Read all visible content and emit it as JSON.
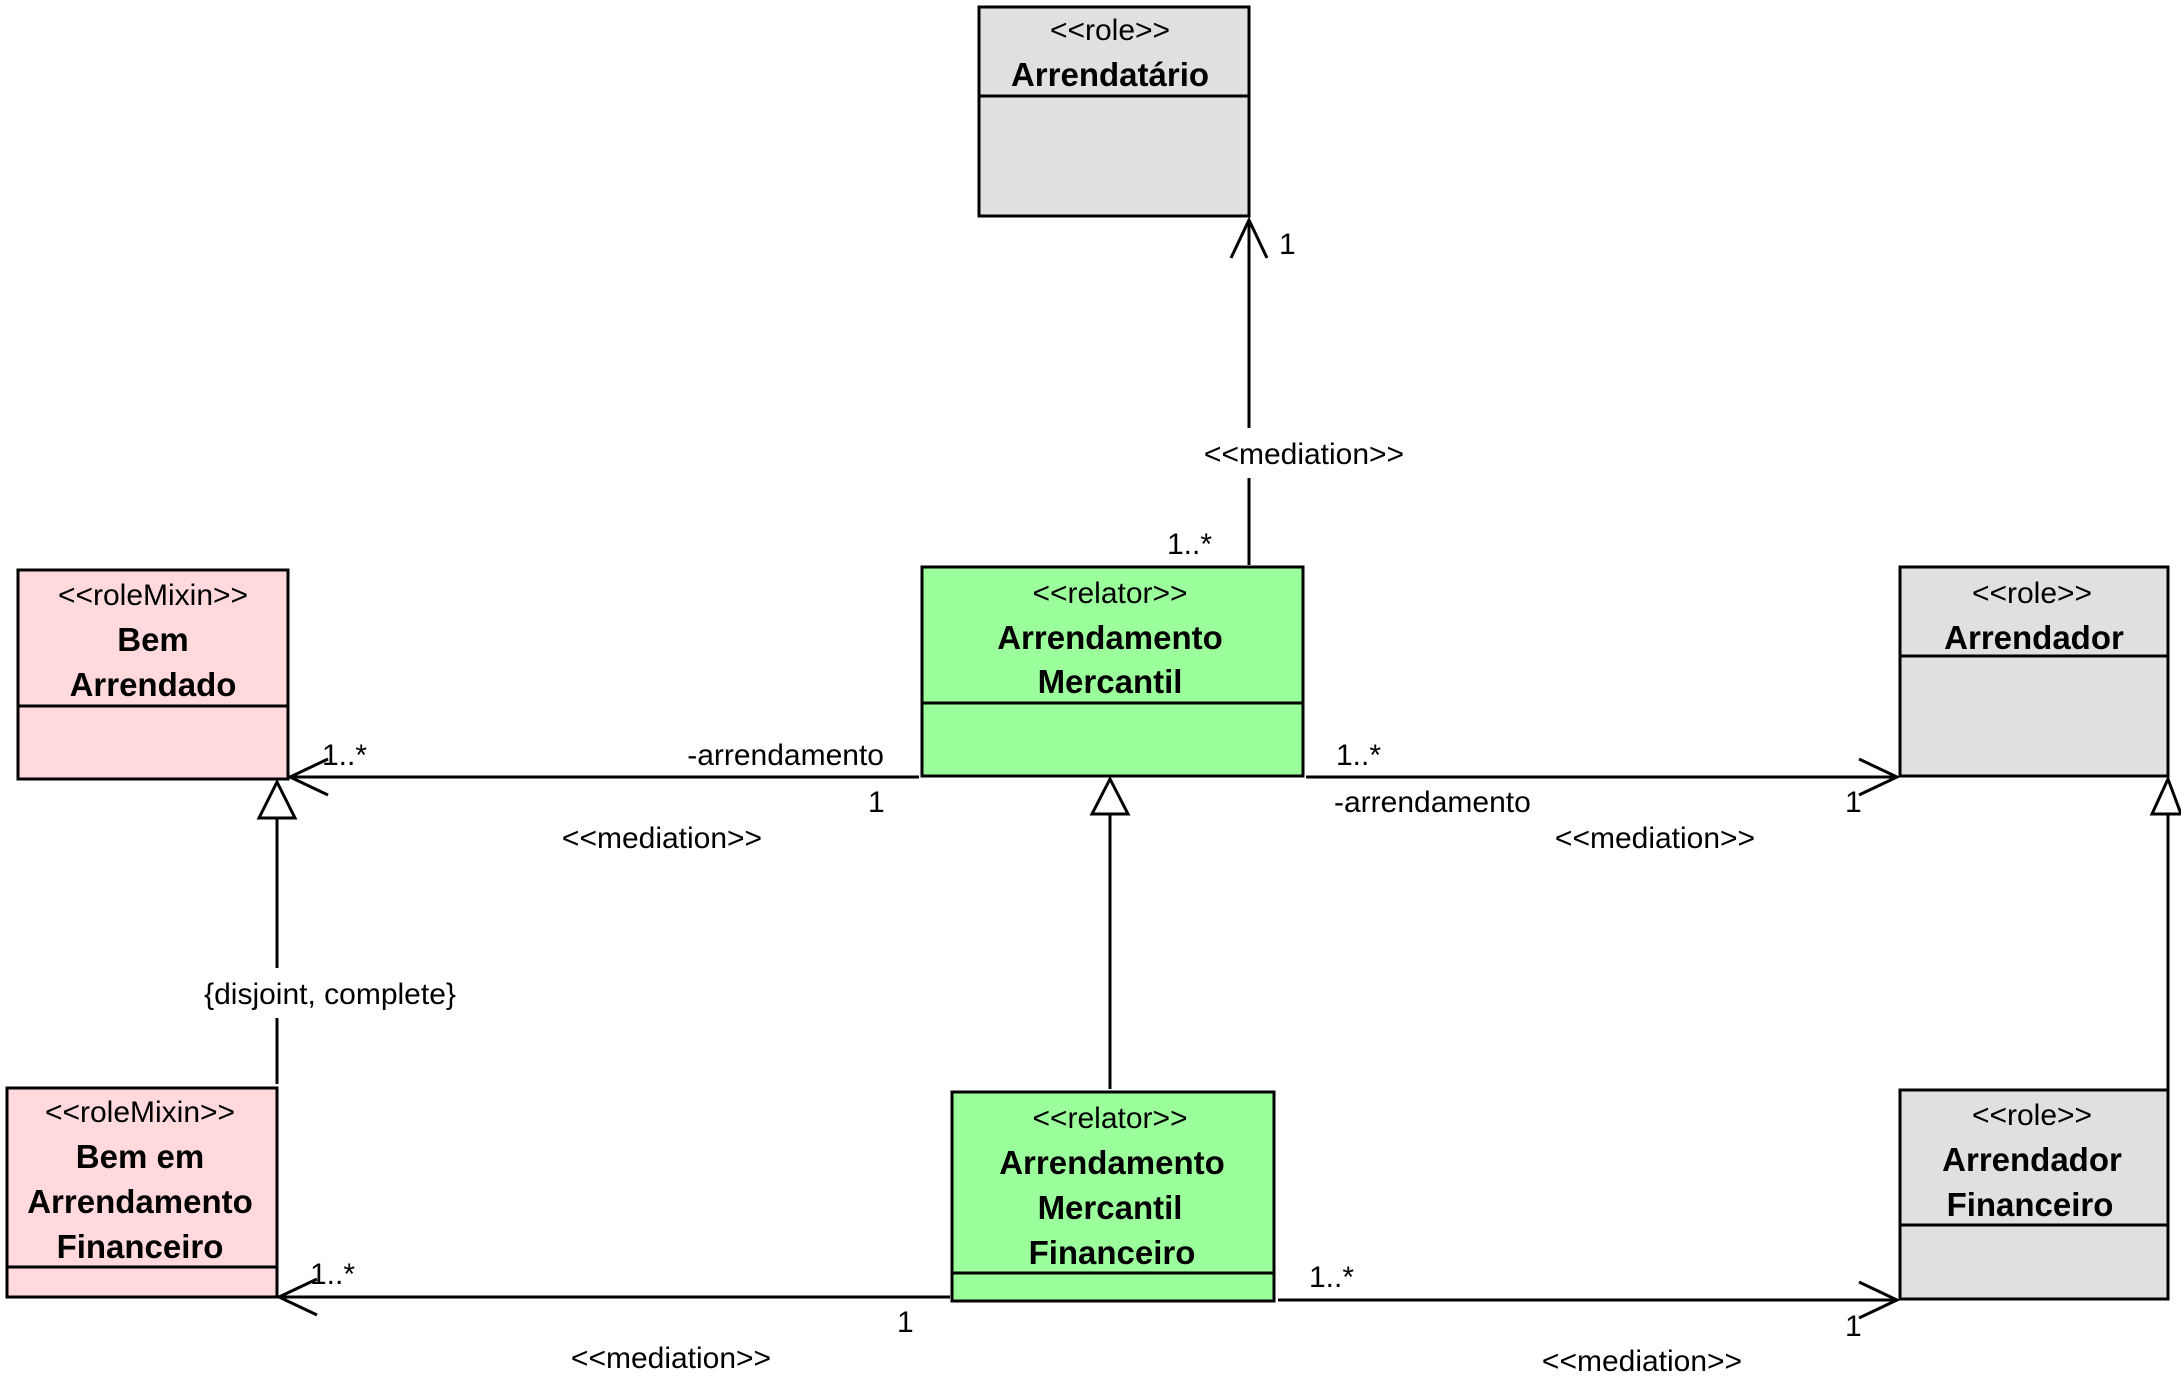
{
  "colors": {
    "role": "#e0e0e0",
    "roleMixin": "#ffd9dc",
    "relator": "#9bff9b",
    "line": "#000000"
  },
  "classes": {
    "arrendatario": {
      "stereotype": "<<role>>",
      "name": [
        "Arrendatário"
      ]
    },
    "bem_arrendado": {
      "stereotype": "<<roleMixin>>",
      "name": [
        "Bem",
        "Arrendado"
      ]
    },
    "arrendamento_mercantil": {
      "stereotype": "<<relator>>",
      "name": [
        "Arrendamento",
        "Mercantil"
      ]
    },
    "arrendador": {
      "stereotype": "<<role>>",
      "name": [
        "Arrendador"
      ]
    },
    "bem_em_arrendamento_financeiro": {
      "stereotype": "<<roleMixin>>",
      "name": [
        "Bem em",
        "Arrendamento",
        "Financeiro"
      ]
    },
    "arrendamento_mercantil_financeiro": {
      "stereotype": "<<relator>>",
      "name": [
        "Arrendamento",
        "Mercantil",
        "Financeiro"
      ]
    },
    "arrendador_financeiro": {
      "stereotype": "<<role>>",
      "name": [
        "Arrendador",
        "Financeiro"
      ]
    }
  },
  "associations": {
    "am_to_arrendatario": {
      "stereotype": "<<mediation>>",
      "source_mult": "1..*",
      "target_mult": "1"
    },
    "am_to_bem": {
      "stereotype": "<<mediation>>",
      "role": "-arrendamento",
      "source_mult": "1",
      "target_mult": "1..*"
    },
    "am_to_arrendador": {
      "stereotype": "<<mediation>>",
      "role": "-arrendamento",
      "source_mult": "1..*",
      "target_mult": "1"
    },
    "amf_to_bem_fin": {
      "stereotype": "<<mediation>>",
      "source_mult": "1",
      "target_mult": "1..*"
    },
    "amf_to_arrendador_fin": {
      "stereotype": "<<mediation>>",
      "source_mult": "1..*",
      "target_mult": "1"
    }
  },
  "generalization_sets": {
    "bem": {
      "constraint": "{disjoint, complete}"
    }
  }
}
